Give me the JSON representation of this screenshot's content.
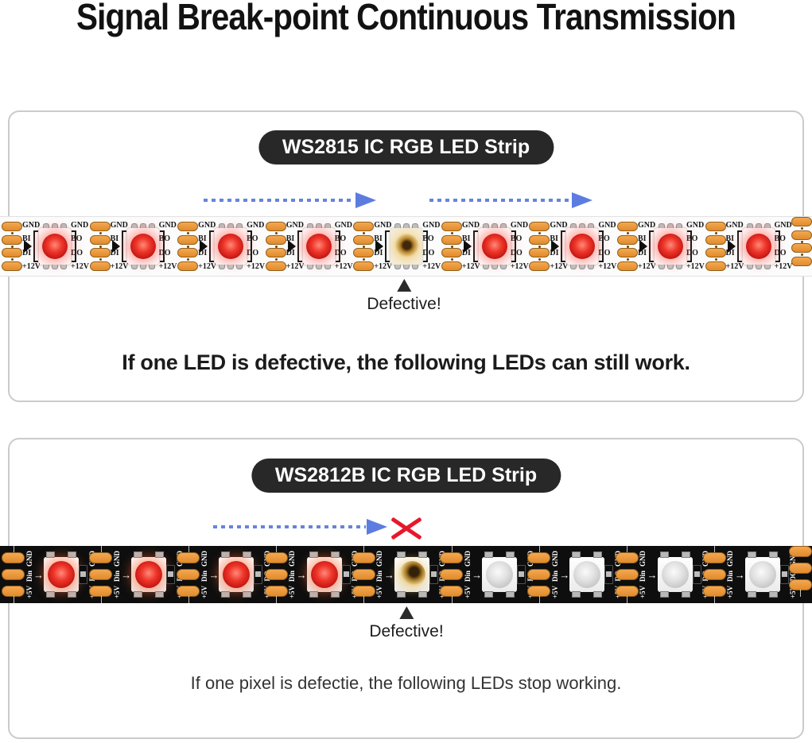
{
  "title": "Signal Break-point Continuous Transmission",
  "icons": {
    "flow_arrow": "→",
    "defective_pointer": "up-triangle",
    "signal_blocked": "red-x"
  },
  "colors": {
    "badge_bg": "#282828",
    "panel_border": "#cbcbcb",
    "arrow_blue": "#5c7ce0",
    "pad_copper": "#ec9740",
    "led_red": "#e02520",
    "error_red": "#e6182c",
    "strip1_pcb": "#fcfcfc",
    "strip2_pcb": "#0e0e0e"
  },
  "panel1": {
    "badge": "WS2815 IC RGB LED Strip",
    "pin_labels_left": [
      "GND",
      "BI",
      "DI",
      "+12V"
    ],
    "pin_labels_right": [
      "GND",
      "BO",
      "DO",
      "+12V"
    ],
    "leds": [
      "on",
      "on",
      "on",
      "on",
      "defective",
      "on",
      "on",
      "on",
      "on"
    ],
    "defective_label": "Defective!",
    "caption": "If one LED is defective, the following LEDs can still work."
  },
  "panel2": {
    "badge": "WS2812B IC RGB LED Strip",
    "pin_labels_left": [
      "GND",
      "Din",
      "+5V"
    ],
    "pin_labels_right": [
      "GND",
      "DO",
      "+5V"
    ],
    "leds": [
      "on",
      "on",
      "on",
      "on",
      "defective",
      "off",
      "off",
      "off",
      "off"
    ],
    "defective_label": "Defective!",
    "caption": "If one pixel is defectie, the following LEDs stop working."
  }
}
